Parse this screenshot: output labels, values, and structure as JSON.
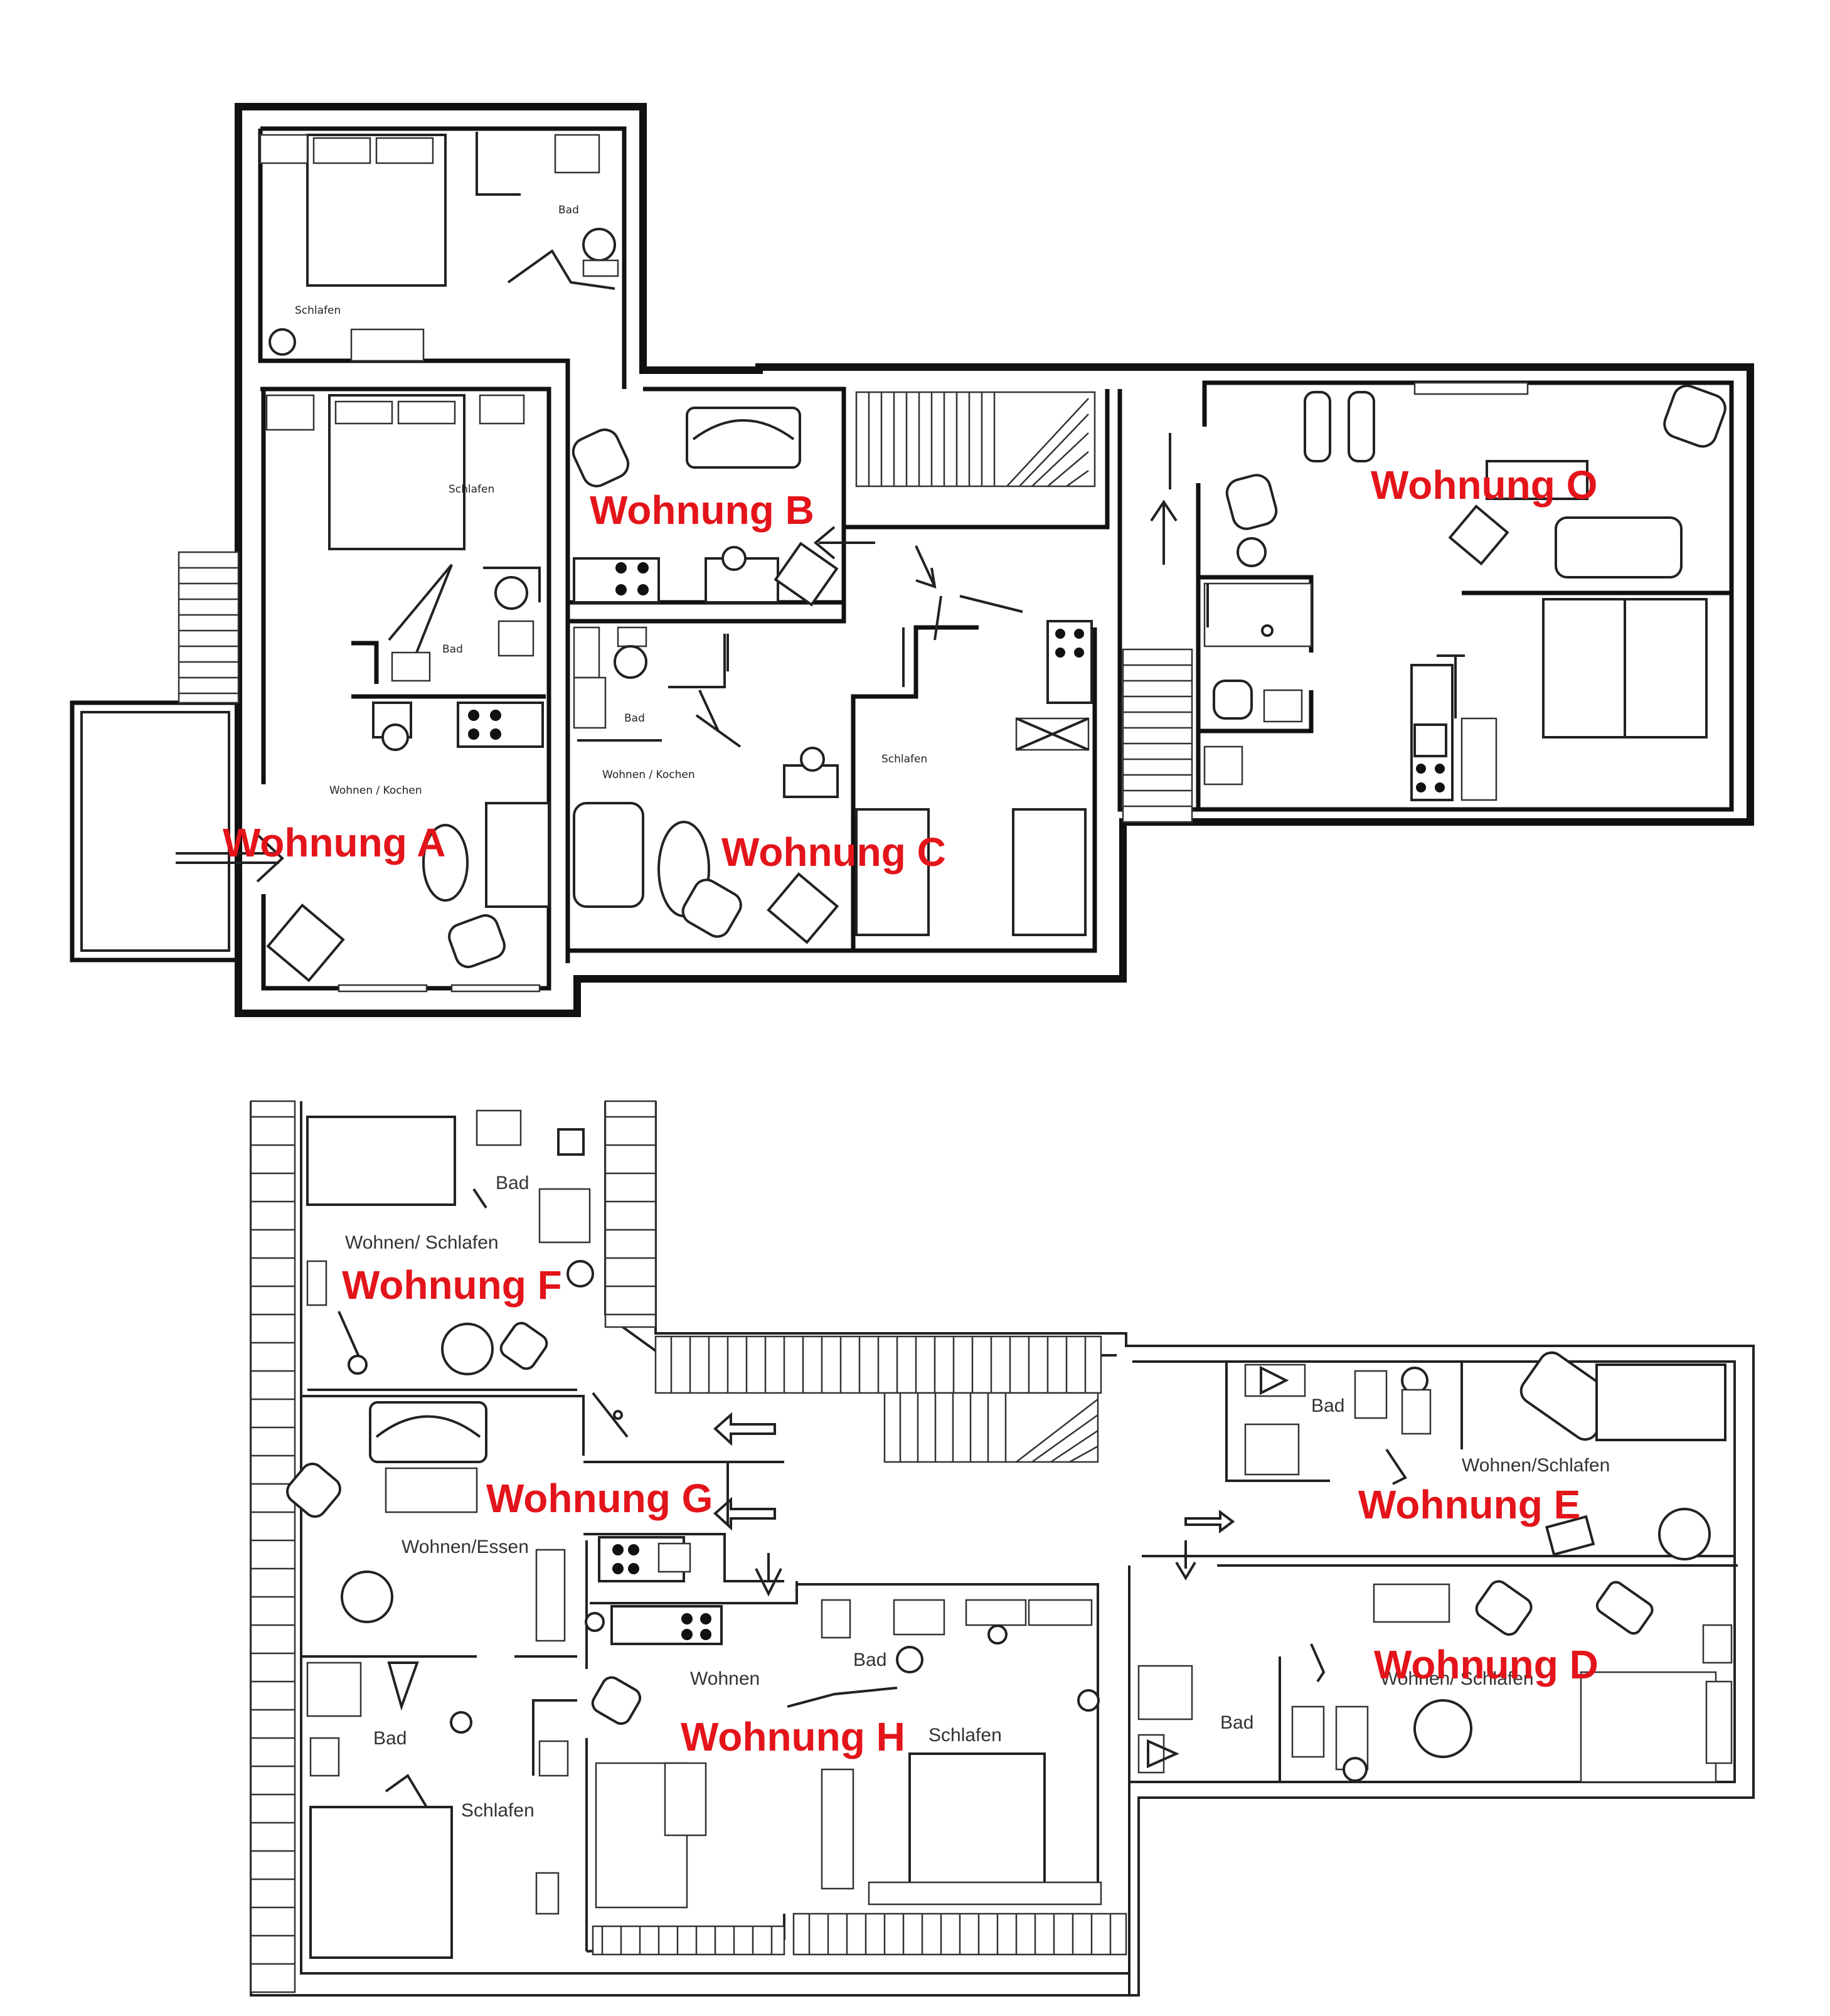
{
  "floor_upper": {
    "apartments": [
      {
        "id": "A",
        "label": "Wohnung A"
      },
      {
        "id": "B",
        "label": "Wohnung B"
      },
      {
        "id": "C",
        "label": "Wohnung C"
      },
      {
        "id": "O",
        "label": "Wohnung O"
      }
    ],
    "rooms": {
      "bad_top": "Bad",
      "schlafen_top": "Schlafen",
      "schlafen_a": "Schlafen",
      "bad_a": "Bad",
      "wohnen_kochen_a": "Wohnen / Kochen",
      "bad_b": "Bad",
      "wohnen_kochen_b": "Wohnen / Kochen",
      "schlafen_c": "Schlafen"
    }
  },
  "floor_lower": {
    "apartments": [
      {
        "id": "F",
        "label": "Wohnung F"
      },
      {
        "id": "G",
        "label": "Wohnung G"
      },
      {
        "id": "E",
        "label": "Wohnung E"
      },
      {
        "id": "D",
        "label": "Wohnung D"
      },
      {
        "id": "H",
        "label": "Wohnung H"
      }
    ],
    "rooms": {
      "bad_f": "Bad",
      "wohnen_schlafen_f": "Wohnen/ Schlafen",
      "wohnen_essen_g": "Wohnen/Essen",
      "bad_g": "Bad",
      "schlafen_g": "Schlafen",
      "bad_e": "Bad",
      "wohnen_schlafen_e": "Wohnen/Schlafen",
      "wohnen_schlafen_d": "Wohnen/ Schlafen",
      "bad_d": "Bad",
      "wohnen_h": "Wohnen",
      "bad_h": "Bad",
      "schlafen_h": "Schlafen"
    }
  },
  "colors": {
    "label": "#e3141a",
    "wall": "#111111"
  }
}
